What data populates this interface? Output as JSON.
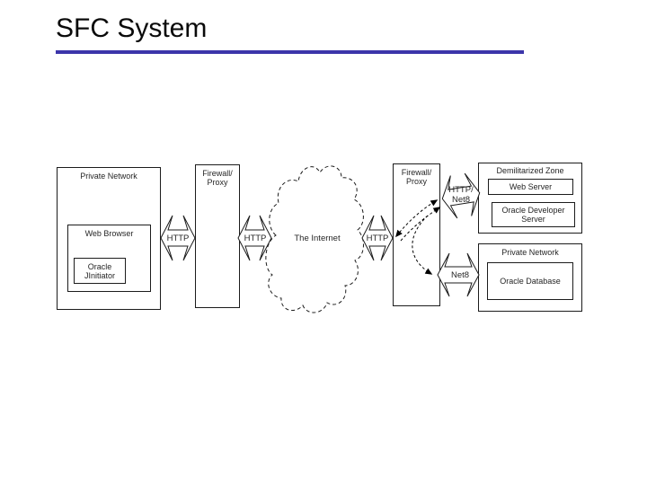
{
  "slide": {
    "title": "SFC System",
    "accent_color": "#3c35aa"
  },
  "diagram": {
    "left_private_network": {
      "label": "Private Network"
    },
    "web_browser": {
      "label": "Web Browser"
    },
    "oracle_jinitiator": {
      "label": "Oracle\nJInitiator"
    },
    "firewall_left": {
      "label": "Firewall/\nProxy"
    },
    "internet_cloud": {
      "label": "The Internet"
    },
    "firewall_right": {
      "label": "Firewall/\nProxy"
    },
    "dmz": {
      "label": "Demilitarized Zone"
    },
    "web_server": {
      "label": "Web Server"
    },
    "oracle_developer_server": {
      "label": "Oracle Developer\nServer"
    },
    "right_private_network": {
      "label": "Private Network"
    },
    "oracle_database": {
      "label": "Oracle Database"
    },
    "arrows": {
      "http_left": "HTTP",
      "http_mid": "HTTP",
      "http_right": "HTTP",
      "http_net8": "HTTP/\nNet8",
      "net8": "Net8"
    }
  }
}
